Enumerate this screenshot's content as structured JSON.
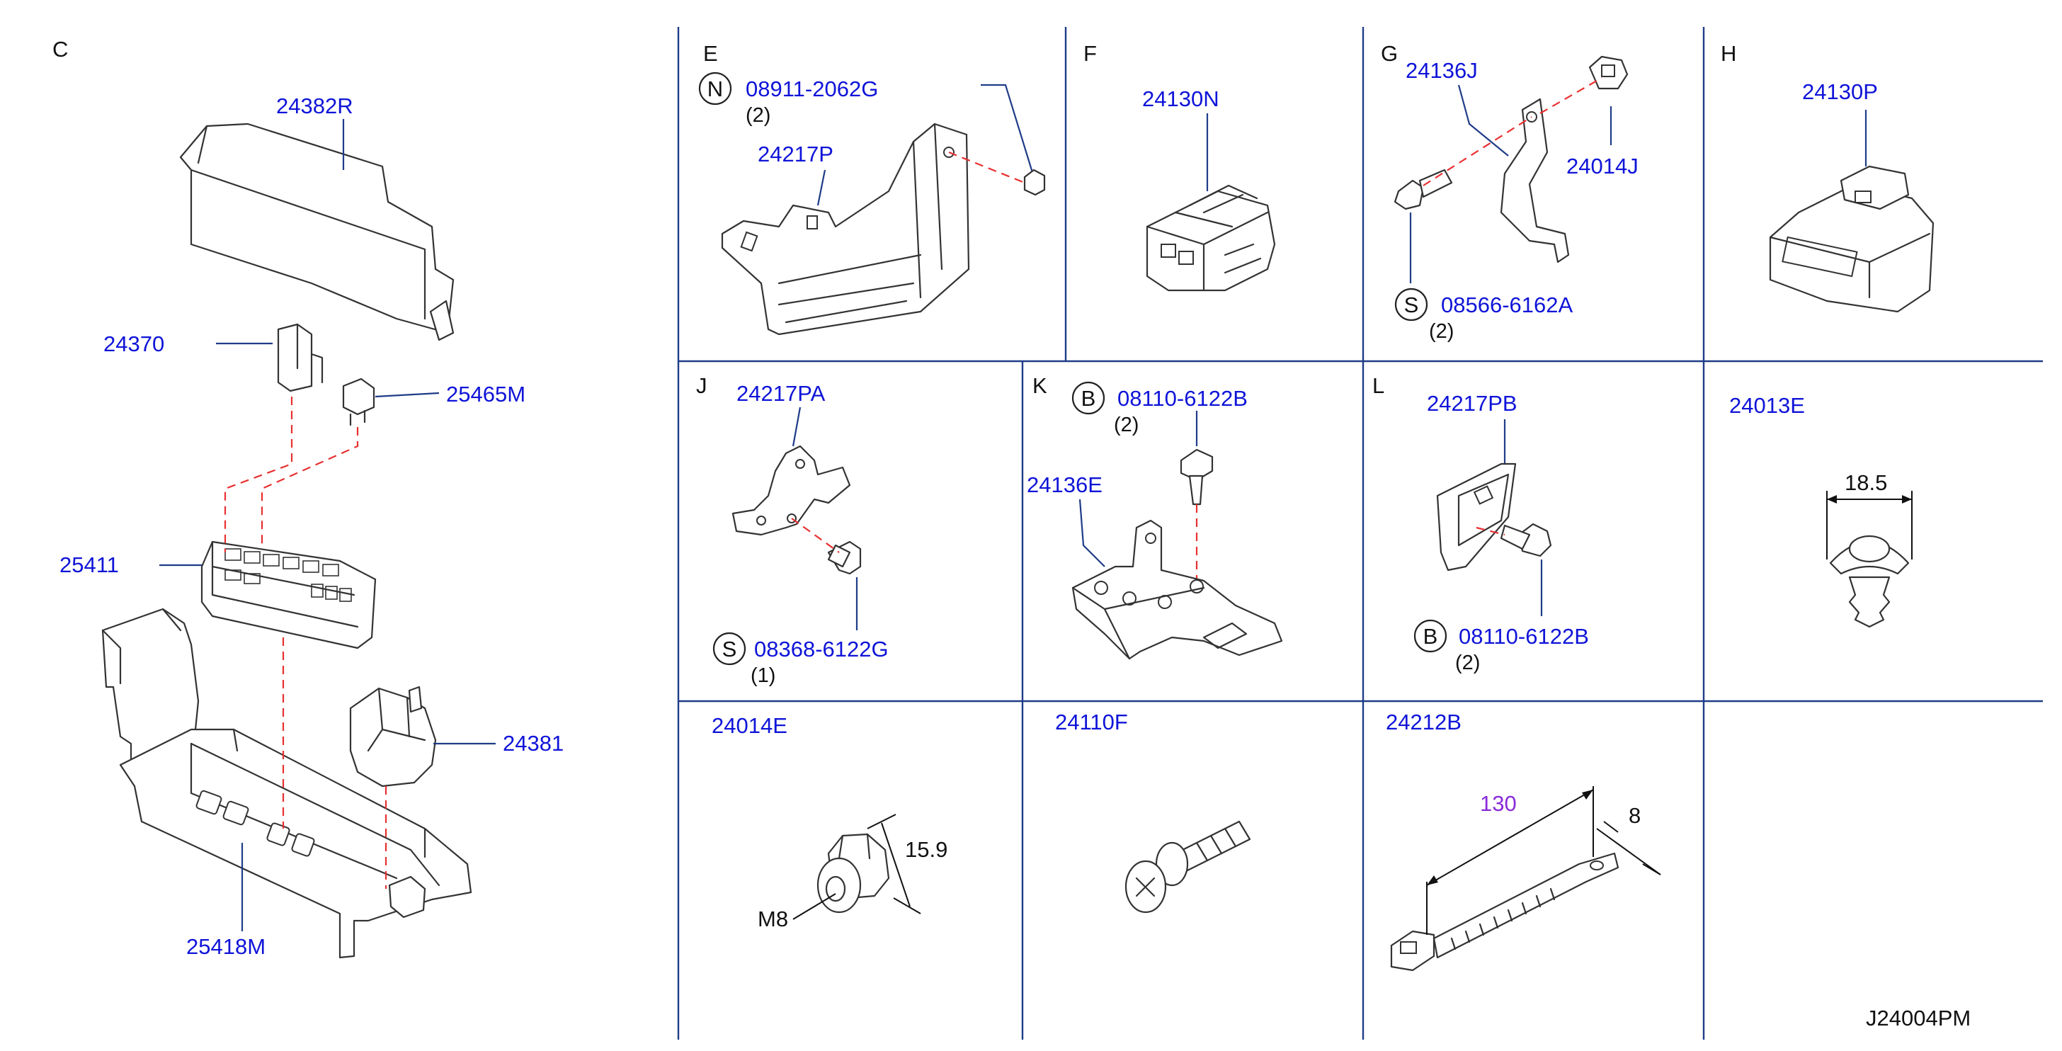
{
  "figure_code": "J24004PM",
  "sections": {
    "C": {
      "label": "C",
      "parts": [
        "24382R",
        "24370",
        "25465M",
        "25411",
        "24381",
        "25418M"
      ]
    },
    "E": {
      "label": "E",
      "badge": "N",
      "bolt": "08911-2062G",
      "qty": "(2)",
      "part": "24217P"
    },
    "F": {
      "label": "F",
      "part": "24130N"
    },
    "G": {
      "label": "G",
      "part_a": "24136J",
      "part_b": "24014J",
      "badge": "S",
      "bolt": "08566-6162A",
      "qty": "(2)"
    },
    "H": {
      "label": "H",
      "part": "24130P"
    },
    "J": {
      "label": "J",
      "part": "24217PA",
      "badge": "S",
      "bolt": "08368-6122G",
      "qty": "(1)"
    },
    "K": {
      "label": "K",
      "badge": "B",
      "bolt": "08110-6122B",
      "qty": "(2)",
      "part": "24136E"
    },
    "L": {
      "label": "L",
      "part": "24217PB",
      "badge": "B",
      "bolt": "08110-6122B",
      "qty": "(2)"
    },
    "M": {
      "part": "24013E",
      "dim": "18.5"
    },
    "N": {
      "part": "24014E",
      "dim": "15.9",
      "thread": "M8"
    },
    "O": {
      "part": "24110F"
    },
    "P": {
      "part": "24212B",
      "length": "130",
      "width": "8"
    }
  }
}
